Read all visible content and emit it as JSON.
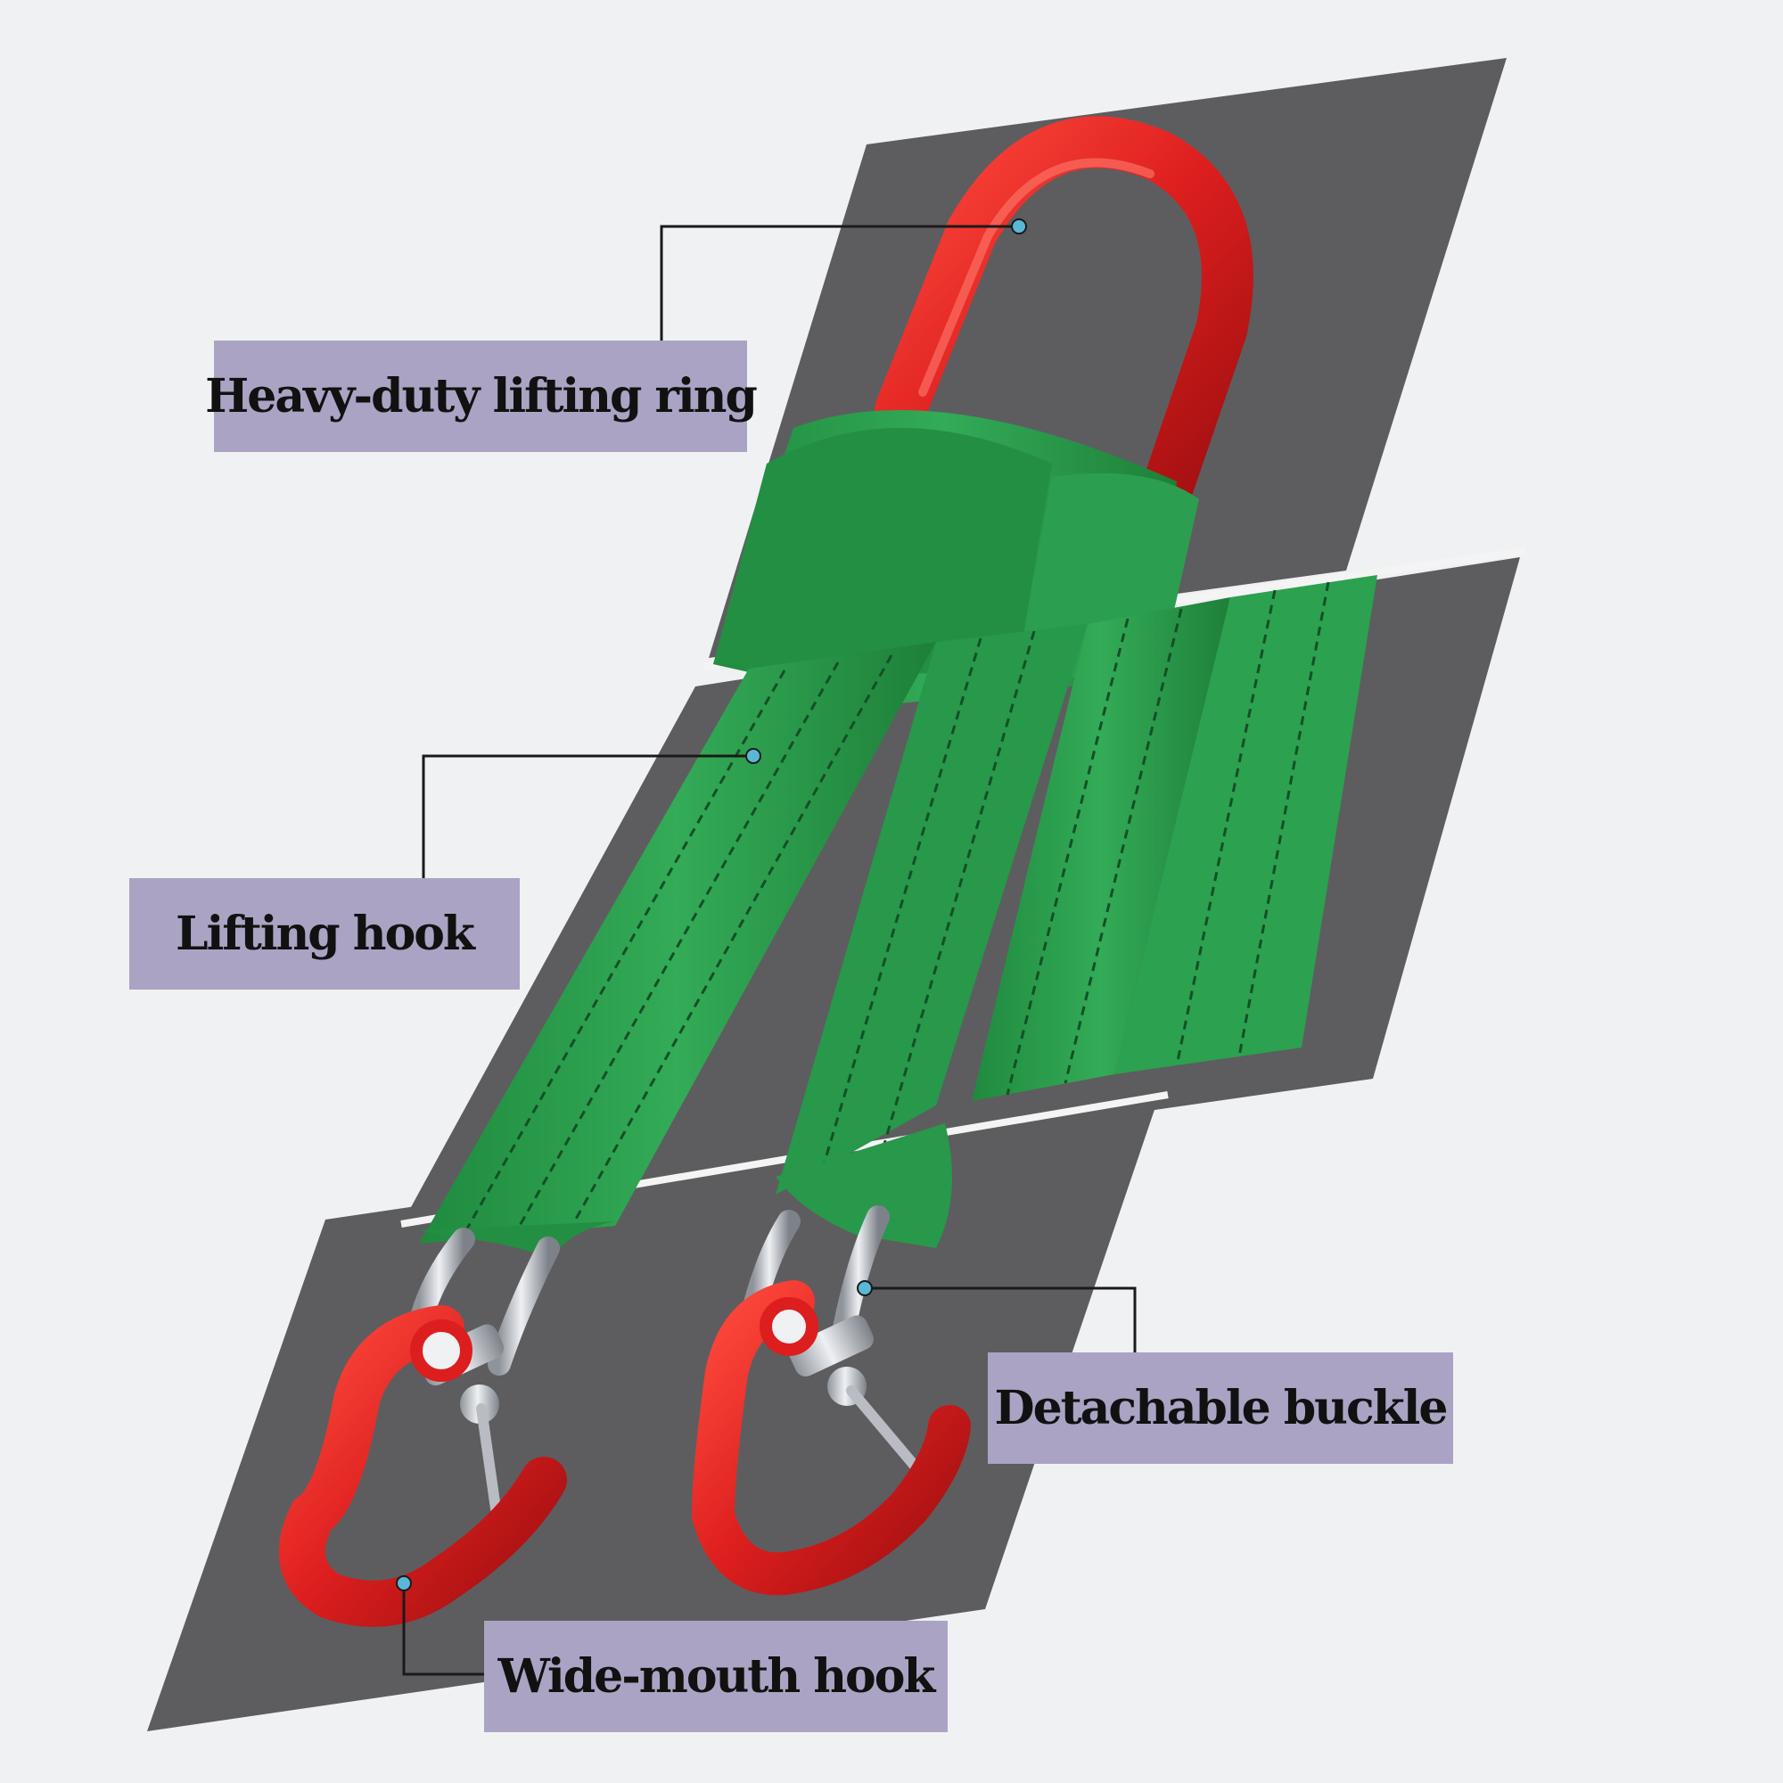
{
  "callouts": {
    "ring": {
      "label": "Heavy-duty lifting ring"
    },
    "lift": {
      "label": "Lifting hook"
    },
    "buckle": {
      "label": "Detachable buckle"
    },
    "wide": {
      "label": "Wide-mouth hook"
    }
  },
  "colors": {
    "background": "#f0f1f3",
    "panel": "#5d5d5f",
    "label_bg": "#aaa3c3",
    "strap_green": "#2a9a4c",
    "strap_stitch": "#154f27",
    "hook_red": "#dc1e1e",
    "shackle_silver": "#c9ccd1",
    "callout_line": "#1a1a1a",
    "callout_dot": "#5ab8d6"
  },
  "icons": {
    "ring": "oblong-master-ring",
    "strap": "webbing-strap",
    "shackle": "bow-shackle",
    "hook": "eye-slip-hook"
  }
}
